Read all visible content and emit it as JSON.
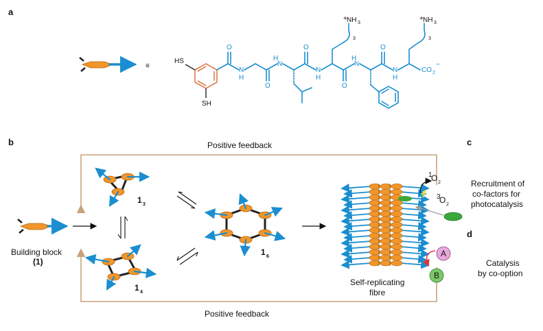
{
  "panels": {
    "a": "a",
    "b": "b",
    "c": "c",
    "d": "d"
  },
  "structure_labels": {
    "hs": "HS",
    "sh": "SH",
    "nh3_1": "NH",
    "nh3_2": "NH",
    "three": "3",
    "three_b": "3",
    "plus": "+",
    "o": "O",
    "nh": "N",
    "h": "H",
    "co2": "CO",
    "two": "2",
    "minus": "−",
    "equiv": "≡"
  },
  "diagram": {
    "positive_feedback_top": "Positive feedback",
    "positive_feedback_bottom": "Positive feedback",
    "building_block": "Building block",
    "building_block_id": "(1)",
    "trimer": "1",
    "trimer_sub": "3",
    "tetramer": "1",
    "tetramer_sub": "4",
    "hexamer": "1",
    "hexamer_sub": "6",
    "fibre_line1": "Self-replicating",
    "fibre_line2": "fibre",
    "singlet_o2": "O",
    "singlet_sup": "1",
    "singlet_sub": "2",
    "triplet_o2": "O",
    "triplet_sup": "3",
    "triplet_sub": "2",
    "a_label": "A",
    "b_label": "B"
  },
  "side_text": {
    "c_line1": "Recruitment of",
    "c_line2": "co-factors for",
    "c_line3": "photocatalysis",
    "d_line1": "Catalysis",
    "d_line2": "by co-option"
  },
  "colors": {
    "orange": "#f0962a",
    "blue": "#1a8ed0",
    "feedback": "#c9a27a",
    "green": "#3aa83a",
    "pink": "#e9a8dc"
  }
}
